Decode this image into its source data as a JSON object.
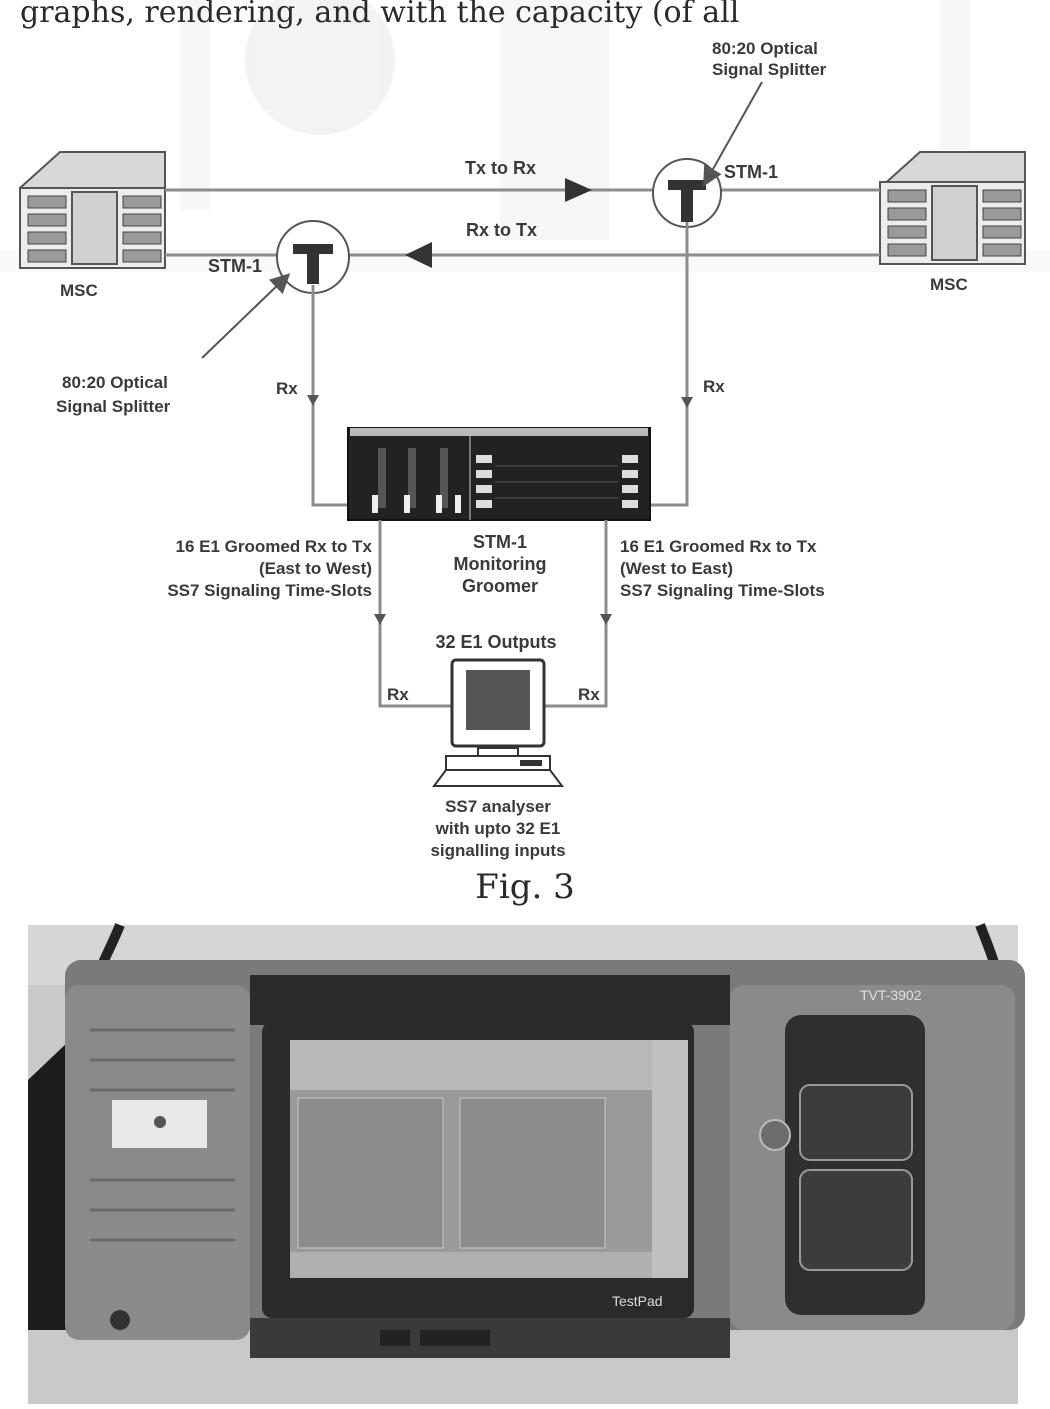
{
  "header_fragment": "graphs, rendering, and with the capacity (of all",
  "labels": {
    "splitter_top": [
      "80:20 Optical",
      "Signal Splitter"
    ],
    "splitter_left": [
      "80:20 Optical",
      "Signal Splitter"
    ],
    "tx_to_rx": "Tx to Rx",
    "rx_to_tx": "Rx to Tx",
    "stm1_right": "STM-1",
    "stm1_left": "STM-1",
    "msc_left": "MSC",
    "msc_right": "MSC",
    "rx_left": "Rx",
    "rx_right": "Rx",
    "groomer": [
      "STM-1",
      "Monitoring",
      "Groomer"
    ],
    "groomed_left": [
      "16 E1 Groomed Rx to Tx",
      "(East to West)",
      "SS7 Signaling Time-Slots"
    ],
    "groomed_right": [
      "16 E1 Groomed Rx to Tx",
      "(West to East)",
      "SS7 Signaling Time-Slots"
    ],
    "outputs": "32 E1 Outputs",
    "rx_analyser_left": "Rx",
    "rx_analyser_right": "Rx",
    "analyser": [
      "SS7 analyser",
      "with upto 32 E1",
      "signalling inputs"
    ]
  },
  "caption": "Fig. 3",
  "device": {
    "model": "TVT-3902",
    "brand": "TestPad"
  },
  "colors": {
    "line": "#8c8c8c",
    "dark": "#3a3a3a",
    "device_body": "#7a7a7a",
    "screen": "#9a9a9a"
  }
}
